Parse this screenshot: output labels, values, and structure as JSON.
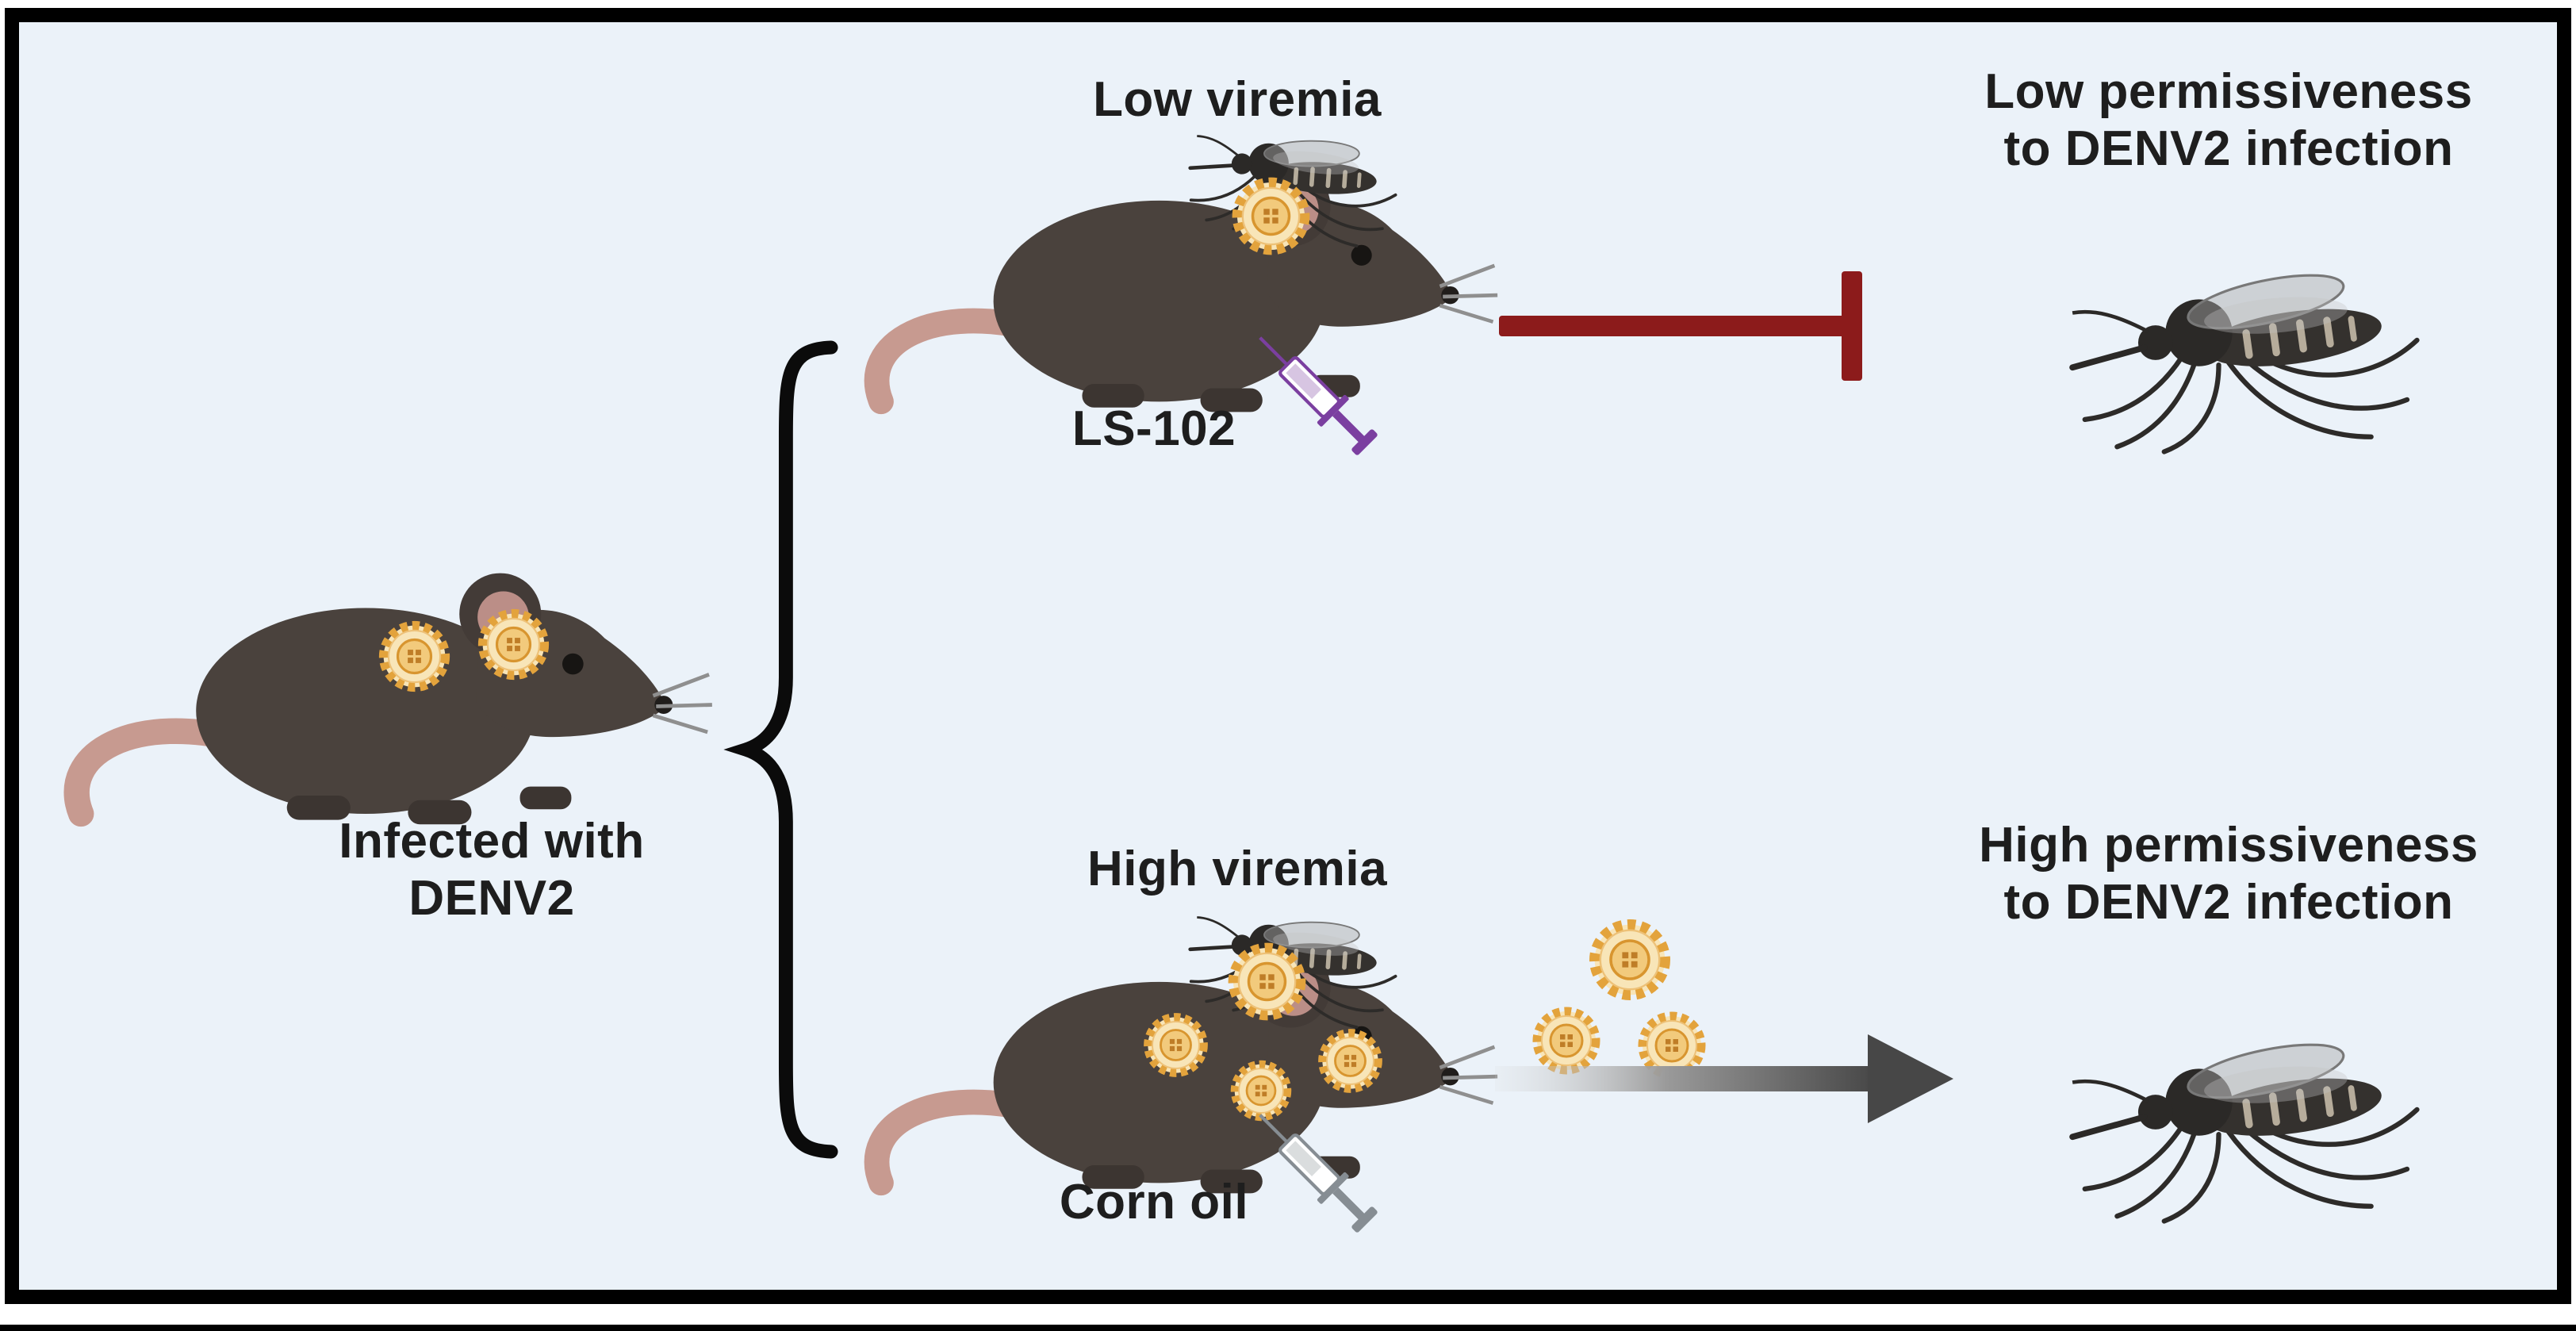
{
  "left_subject": {
    "caption_line1": "Infected with",
    "caption_line2": "DENV2",
    "virus_particles_shown": 2
  },
  "top_branch": {
    "viremia": "Low viremia",
    "treatment": "LS-102",
    "outcome_line1": "Low permissiveness",
    "outcome_line2": "to DENV2 infection",
    "virus_particles_shown": 1,
    "connector": "inhibition-blunt-bar"
  },
  "bottom_branch": {
    "viremia": "High viremia",
    "treatment": "Corn oil",
    "outcome_line1": "High permissiveness",
    "outcome_line2": "to DENV2 infection",
    "virus_particles_shown": 4,
    "virus_particles_above_arrow": 3,
    "connector": "gradient-arrow"
  },
  "icons": {
    "mouse": "mouse-icon",
    "mosquito": "mosquito-icon",
    "virus_particle": "denv2-virion-icon",
    "ls102_syringe": "purple-syringe-icon",
    "corn_oil_syringe": "gray-syringe-icon",
    "split_brace": "curly-brace-icon",
    "inhibition": "blunt-inhibition-bar-icon",
    "transmission": "gradient-arrow-icon"
  },
  "colors": {
    "background": "#ebf2f9",
    "frame": "#000000",
    "text": "#1e1e1e",
    "inhibition_red": "#8c1b1b",
    "arrow_gray": "#474747",
    "virus_orange": "#e3a33c",
    "syringe_purple": "#7b3fa0",
    "syringe_gray": "#868d93",
    "mouse_body": "#4a423d",
    "mouse_pink": "#bb8e87"
  }
}
